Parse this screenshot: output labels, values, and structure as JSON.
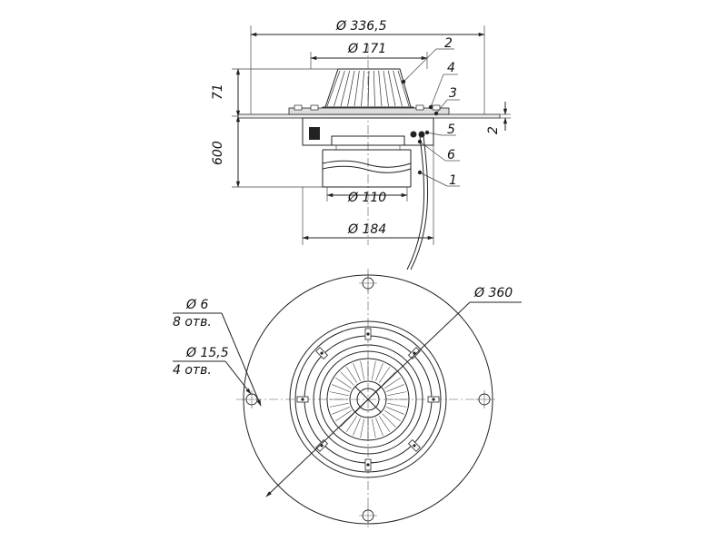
{
  "dims": {
    "d_flange": "Ø 336,5",
    "d_grate": "Ø 171",
    "d_pipe_inner": "Ø 110",
    "d_pipe_outer": "Ø 184",
    "h_top": "71",
    "h_pipe": "600",
    "t_flange": "2",
    "d_plate": "Ø 360",
    "hole_small": "Ø 6",
    "hole_small_count": "8 отв.",
    "hole_large": "Ø 15,5",
    "hole_large_count": "4 отв."
  },
  "callouts": [
    "2",
    "4",
    "3",
    "5",
    "6",
    "1"
  ]
}
